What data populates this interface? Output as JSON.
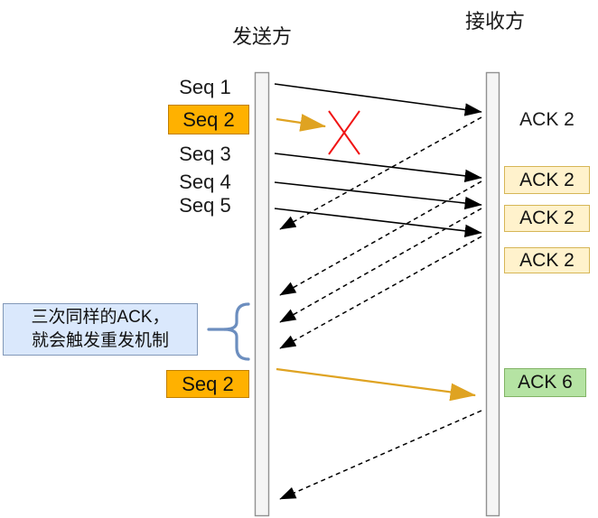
{
  "titles": {
    "sender": "发送方",
    "receiver": "接收方"
  },
  "sender": {
    "seq_labels": [
      "Seq 1",
      "Seq 2",
      "Seq 3",
      "Seq 4",
      "Seq 5"
    ],
    "retransmit_label": "Seq 2"
  },
  "receiver": {
    "first_ack": "ACK 2",
    "dup_acks": [
      "ACK 2",
      "ACK 2",
      "ACK 2"
    ],
    "final_ack": "ACK 6"
  },
  "note": {
    "line1": "三次同样的ACK，",
    "line2": "就会触发重发机制"
  },
  "icons": {
    "loss_marker": "red-cross",
    "brace": "left-curly-brace"
  },
  "colors": {
    "highlight_orange_fill": "#ffb100",
    "highlight_orange_border": "#c07f00",
    "dup_ack_fill": "#fff2cc",
    "dup_ack_border": "#d6b656",
    "final_ack_fill": "#b5e3a3",
    "final_ack_border": "#82b366",
    "note_fill": "#dae8fc",
    "note_border": "#8298b8",
    "brace_stroke": "#6c8ebf",
    "retransmit_arrow": "#dfa322",
    "loss_cross": "#f01414",
    "lifeline_fill": "#f5f5f5",
    "lifeline_border": "#919191",
    "arrow_black": "#000000"
  }
}
